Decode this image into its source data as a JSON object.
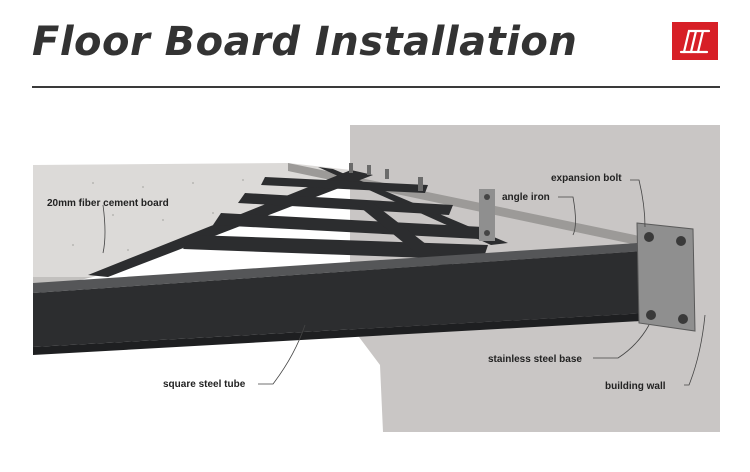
{
  "header": {
    "title": "Floor Board Installation",
    "logo": {
      "icon": "brand-logo-icon",
      "color": "#d71f26"
    }
  },
  "diagram": {
    "labels": {
      "board": "20mm fiber cement board",
      "angle_iron": "angle iron",
      "expansion_bolt": "expansion bolt",
      "square_tube": "square steel tube",
      "stainless_base": "stainless steel base",
      "building_wall": "building wall"
    },
    "colors": {
      "wall": "#c9c6c5",
      "board": "#dcdad8",
      "steel": "#2c2d2f",
      "steel_top": "#555658",
      "base_plate": "#8f8f8f"
    }
  }
}
